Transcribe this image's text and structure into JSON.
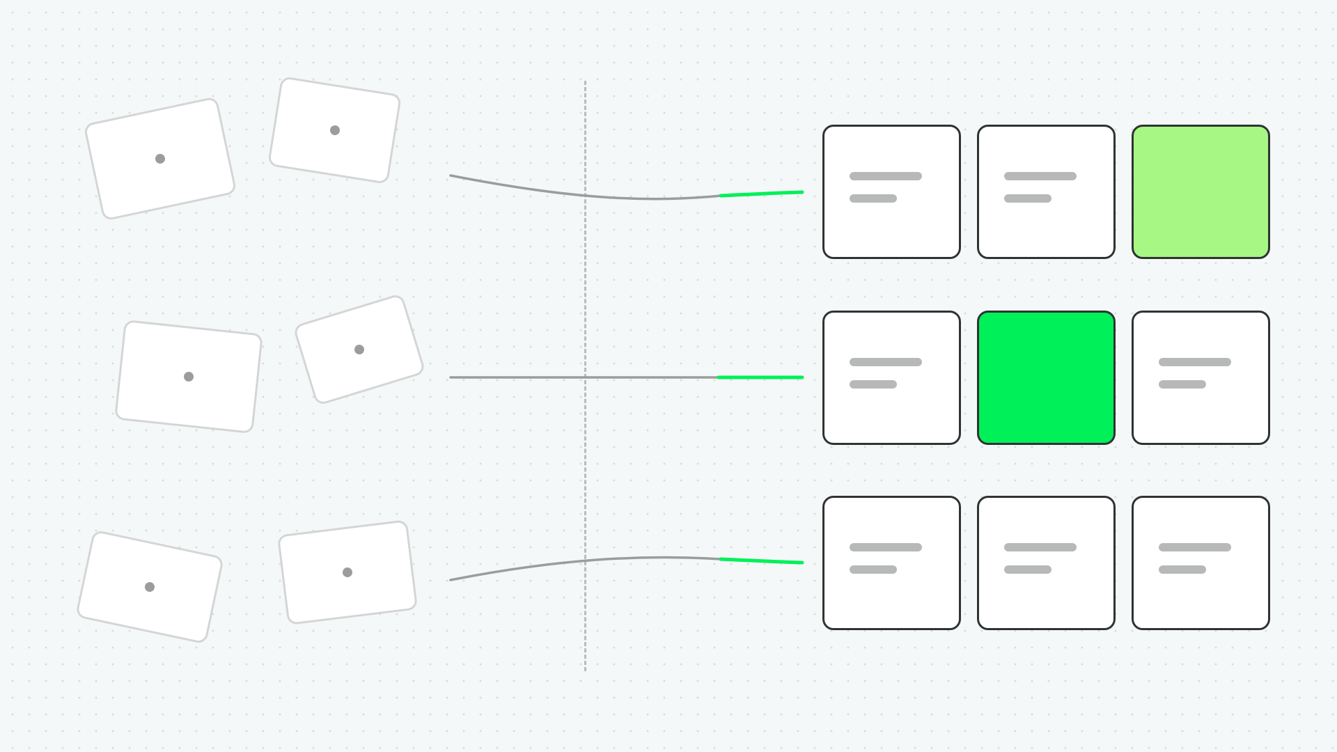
{
  "palette": {
    "background": "#f5f8f8",
    "connector": "#9b9d9d",
    "accent": "#00f05a",
    "accent_light": "#a7f784",
    "card_border": "#2f3333",
    "loose_card_border": "#d4d6d6"
  },
  "grid": {
    "rows": 3,
    "columns": 3,
    "filled_cells": [
      {
        "row": 0,
        "col": 2,
        "color": "#a7f784"
      },
      {
        "row": 1,
        "col": 1,
        "color": "#00f05a"
      }
    ]
  },
  "loose_cards": {
    "rows": 3,
    "per_row": 2,
    "rotations_deg": [
      -12,
      9,
      6,
      -17,
      12,
      -7
    ]
  }
}
